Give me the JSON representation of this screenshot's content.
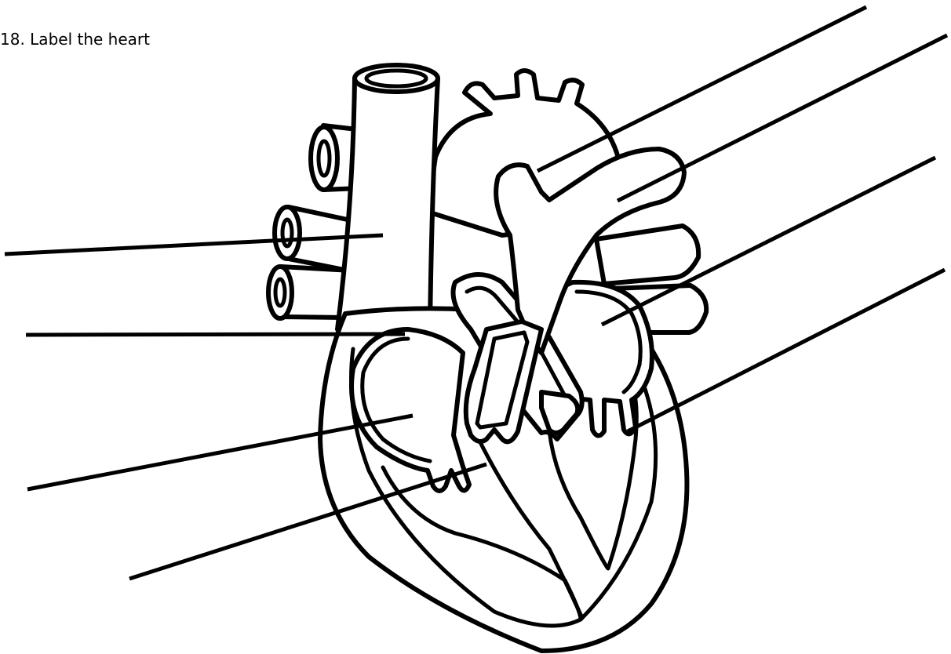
{
  "question": {
    "text": "18. Label the heart"
  },
  "colors": {
    "ink": "#000000",
    "background": "#ffffff"
  },
  "label_lines": [
    {
      "side": "left",
      "blank": ""
    },
    {
      "side": "left",
      "blank": ""
    },
    {
      "side": "left",
      "blank": ""
    },
    {
      "side": "left",
      "blank": ""
    },
    {
      "side": "right",
      "blank": ""
    },
    {
      "side": "right",
      "blank": ""
    },
    {
      "side": "right",
      "blank": ""
    },
    {
      "side": "right",
      "blank": ""
    }
  ]
}
